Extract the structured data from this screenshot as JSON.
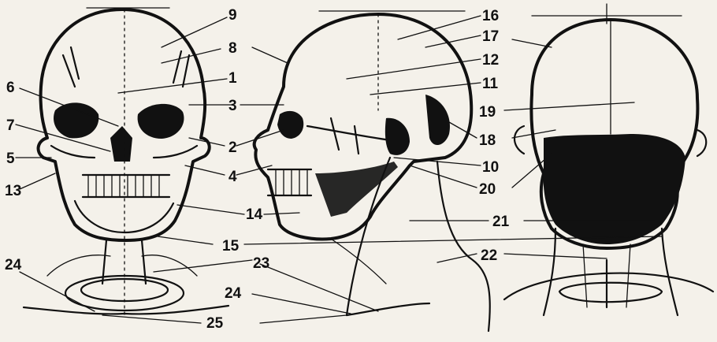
{
  "labels": {
    "n1": "1",
    "n2": "2",
    "n3": "3",
    "n4": "4",
    "n5": "5",
    "n6": "6",
    "n7": "7",
    "n8": "8",
    "n9": "9",
    "n10": "10",
    "n11": "11",
    "n12": "12",
    "n13": "13",
    "n14": "14",
    "n15": "15",
    "n16": "16",
    "n17": "17",
    "n18": "18",
    "n19": "19",
    "n20": "20",
    "n21": "21",
    "n22": "22",
    "n23": "23",
    "n24a": "24",
    "n24b": "24",
    "n25": "25"
  },
  "colors": {
    "ink": "#111111",
    "paper": "#f4f1ea"
  }
}
